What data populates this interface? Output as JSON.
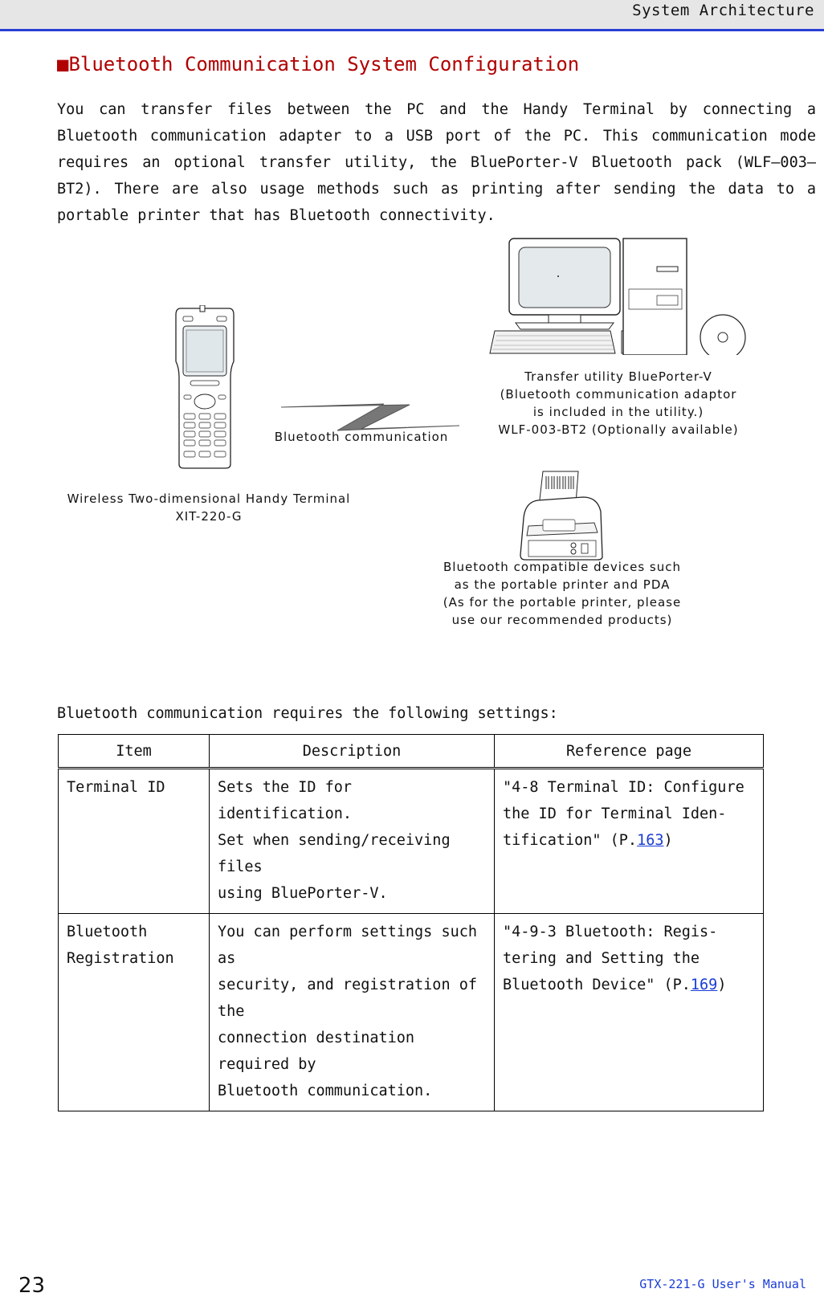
{
  "header": {
    "title": "System Architecture"
  },
  "section": {
    "title": "■Bluetooth Communication System Configuration"
  },
  "intro": "You can transfer files between the PC and the Handy Terminal by connecting a Bluetooth communication adapter to a USB port of the PC. This communication mode requires an optional transfer utility, the BluePorter-V  Bluetooth pack (WLF–003–BT2). There are also usage methods such as printing after sending the data to a portable printer that has Bluetooth connectivity.",
  "diagram": {
    "terminal_caption": "Wireless Two-dimensional Handy Terminal\nXIT-220-G",
    "link_caption": "Bluetooth communication",
    "pc_caption": "Transfer utility BluePorter-V\n(Bluetooth communication adaptor\nis included in the utility.)\nWLF-003-BT2 (Optionally available)",
    "printer_caption": "Bluetooth compatible devices such\nas the portable printer and PDA\n(As for the portable printer, please\nuse our recommended products)"
  },
  "requirements_intro": "Bluetooth communication requires the following settings:",
  "table": {
    "headers": [
      "Item",
      "Description",
      "Reference page"
    ],
    "rows": [
      {
        "item": "Terminal ID",
        "desc_lines": [
          "Sets the ID for identification.",
          "Set when sending/receiving files",
          "using BluePorter-V."
        ],
        "ref_text": "\"4-8 Terminal ID: Configure the ID for Terminal Iden-tification\" (P.",
        "ref_page": "163",
        "ref_close": ")"
      },
      {
        "item": "Bluetooth Registration",
        "desc_lines": [
          "You can perform settings such as",
          "security, and registration of the",
          "connection destination required by",
          "Bluetooth communication."
        ],
        "ref_text": "\"4-9-3 Bluetooth: Regis-tering and Setting the Bluetooth Device\" (P.",
        "ref_page": "169",
        "ref_close": ")"
      }
    ]
  },
  "footer": {
    "page_number": "23",
    "manual": "GTX-221-G User's Manual"
  }
}
